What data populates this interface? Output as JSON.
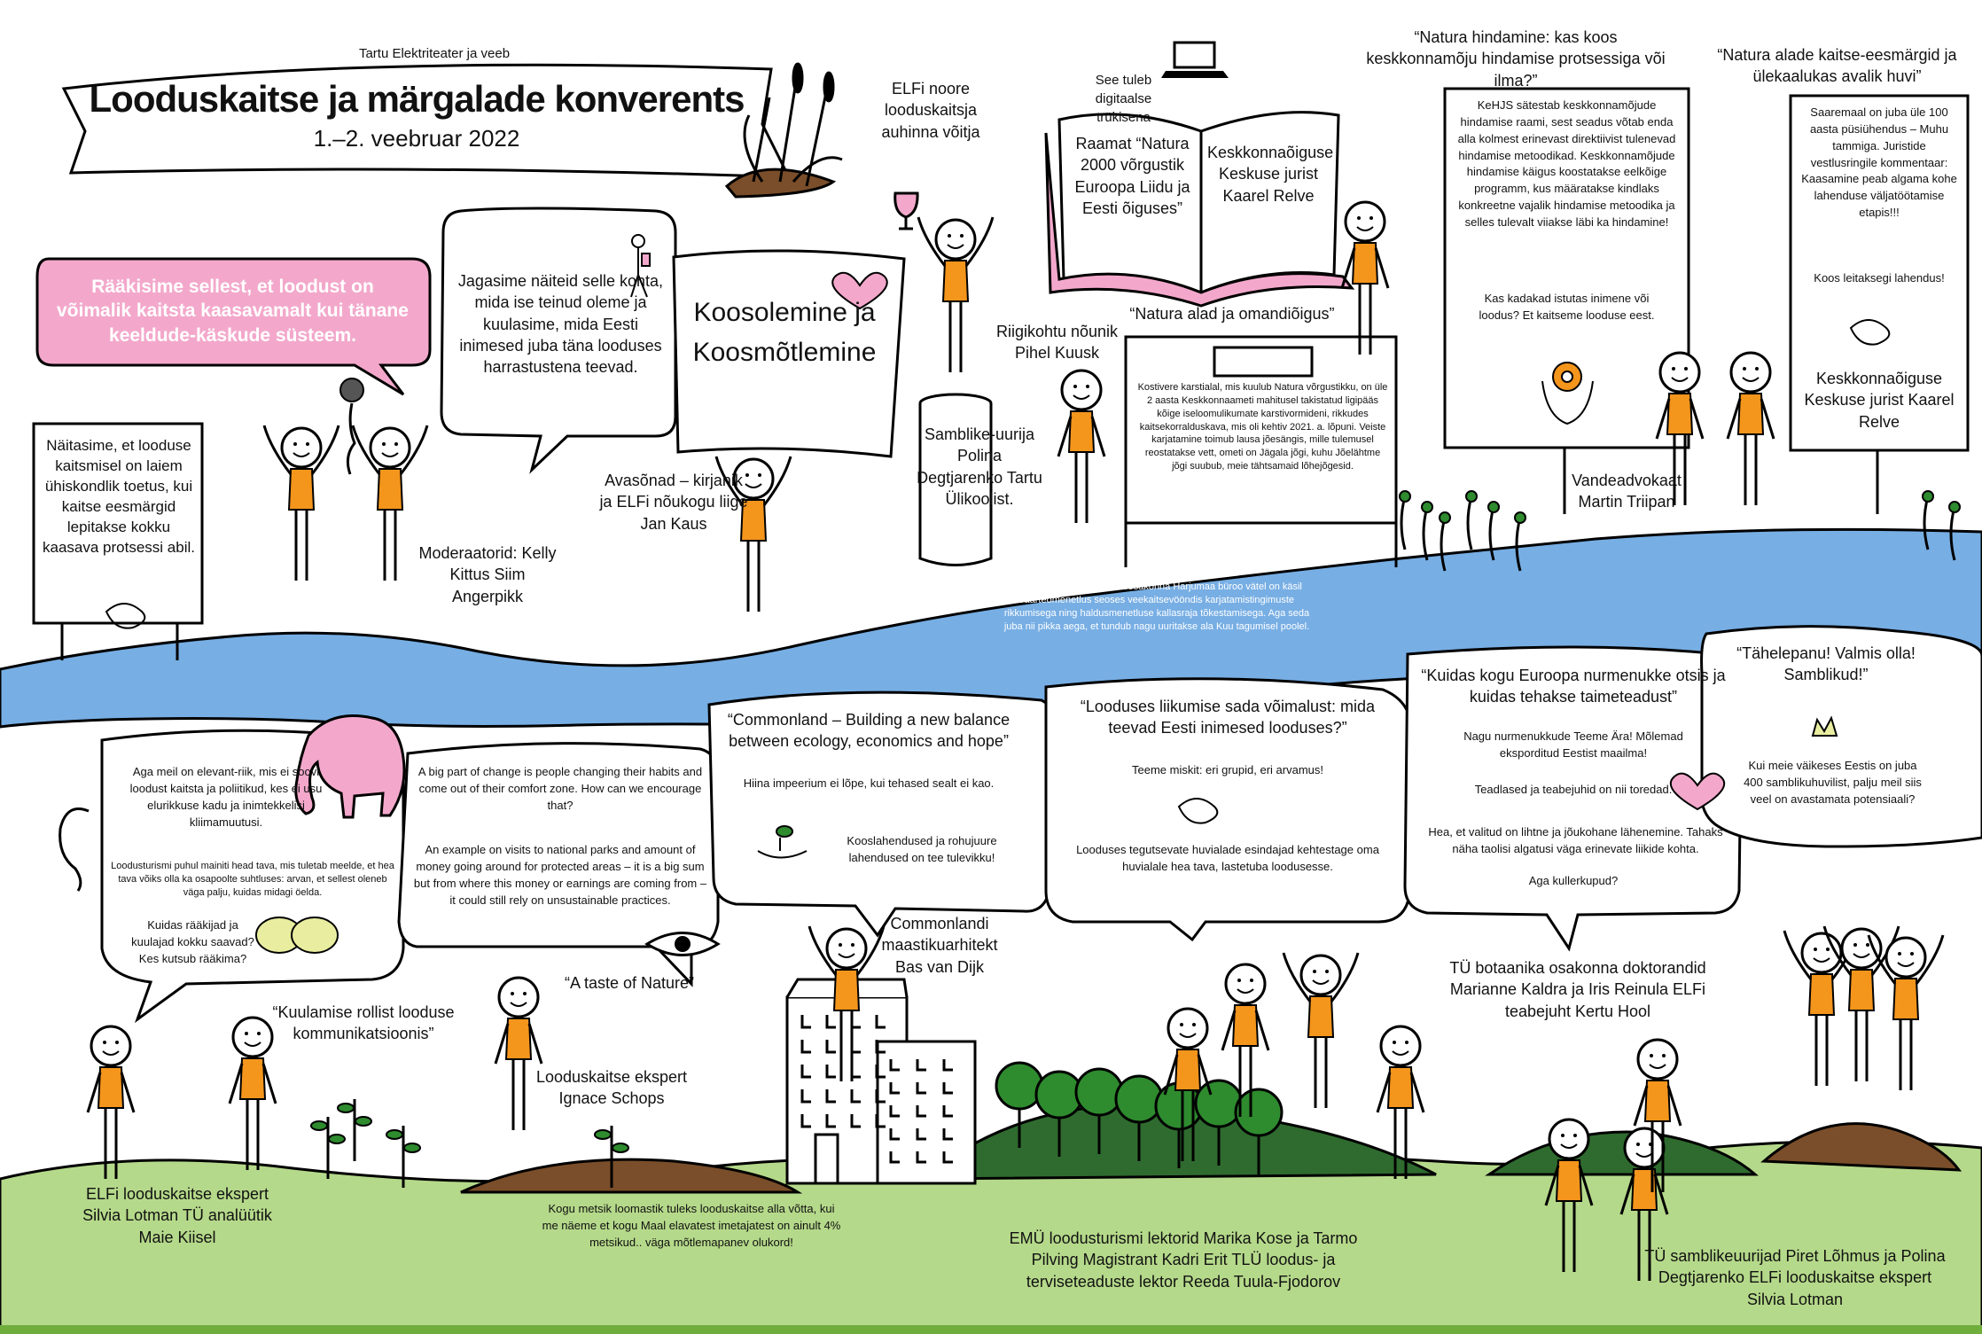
{
  "header": {
    "subtitle": "Tartu Elektriteater ja veeb",
    "title": "Looduskaitse ja märgalade konverents",
    "dates": "1.–2. veebruar 2022"
  },
  "colors": {
    "accent_orange": "#F4951C",
    "river_blue": "#77AEE4",
    "hill_green": "#B5D98A",
    "pink": "#F3A8CB",
    "dark_green": "#2E8B2E",
    "soil": "#7A4E2A"
  },
  "bubbles": {
    "pink_quote": "Rääkisime sellest, et loodust on võimalik kaitsta kaasavamalt kui tänane keeldude-käskude süsteem.",
    "shared_examples": "Jagasime näiteid selle kohta, mida ise teinud oleme ja kuulasime, mida Eesti inimesed juba täna looduses harrastustena teevad.",
    "banner_flag": "Koosolemine ja Koosmõtlemine",
    "board_left": "Näitasime, et looduse kaitsmisel on laiem ühiskondlik toetus, kui kaitse eesmärgid lepitakse kokku kaasava protsessi abil.",
    "natura_land_title": "“Natura alad ja omandiõigus”",
    "natura_land_body": "Kostivere karstialal, mis kuulub Natura võrgustikku, on üle 2 aasta Keskkonnaameti mahitusel takistatud ligipääs kõige iseloomulikumate karstivormideni, rikkudes kaitsekorral­duskava, mis oli kehtiv 2021. a. lõpuni. Veiste karjatamine toimub lausa jõesängis, mille tulemusel reostatakse vett, ometi on Jägala jõgi, kuhu Jõelähtme jõgi suubub, meie tähtsamaid lõhejõgesid.",
    "natura_assessment_title": "“Natura hindamine: kas koos keskkonnamõju hindamise protsessiga või ilma?”",
    "natura_assessment_body": "KeHJS sätestab keskkonnamõjude hindamise raami, sest seadus võtab enda alla kolmest erinevast direktiivist tulenevad hindamise metoodikad. Keskkonnamõjude hindamise käigus koostatakse eelkõige programm, kus määratakse kindlaks konkreetne vajalik hindamise metoodika ja selles tulevalt viiakse läbi ka hindamine!",
    "natura_assessment_q": "Kas kadakad istutas inimene või loodus? Et kaitseme looduse eest.",
    "natura_public_title": "“Natura alade kaitse-eesmärgid ja ülekaalukas avalik huvi”",
    "natura_public_body": "Saaremaal on juba üle 100 aasta püsiühendus – Muhu tammiga. Juristide vestlusringile kommentaar: Kaasamine peab algama kohe lahenduse väljatöötamise etapis!!!",
    "natura_public_tail": "Koos leitaksegi lahendus!",
    "river_text": "Keskkonnaameti järelevaleosakonna Harjumaa büroo vätel on käsil väärteomenetlus seoses veekaitsevööndis karjatamistingimuste rikkumisega ning haldusmenetluse kallasraja tõkestamisega. Aga seda juba nii pikka aega, et tundub nagu uuritakse ala Kuu tagumisel poolel.",
    "elephant_main": "Aga meil on elevant-riik, mis ei soovi loodust kaitsta ja poliitikud, kes ei usu elurikkuse kadu ja inimtekkelisi kliimamuutusi.",
    "elephant_small": "Loodusturismi puhul mainiti head tava, mis tuletab meelde, et hea tava võiks olla ka osapoolte suhtluses: arvan, et sellest oleneb väga palju, kuidas midagi öelda.",
    "elephant_q": "Kuidas rääkijad ja kuulajad kokku saavad? Kes kutsub rääkima?",
    "big_change_1": "A big part of change is people changing their habits and come out of their comfort zone. How can we encourage that?",
    "big_change_2": "An example on visits to national parks and amount of money going around for protected areas – it is a big sum but from where this money or earnings are coming from – it could still rely on unsustainable practices.",
    "commonland_title": "“Commonland – Building a new balance between ecology, economics and hope”",
    "commonland_1": "Hiina impeerium ei lõpe, kui tehased sealt ei kao.",
    "commonland_2": "Kooslahendused ja rohujuure lahendused on tee tulevikku!",
    "movement_title": "“Looduses liikumise sada võimalust: mida teevad Eesti inimesed looduses?”",
    "movement_1": "Teeme miskit: eri grupid, eri arvamus!",
    "movement_2": "Looduses tegutsevate huvialade esindajad kehtestage oma huvialale hea tava, lastetuba loodusesse.",
    "europe_title": "“Kuidas kogu Euroopa nurmenukke otsis ja kuidas tehakse taimeteadust”",
    "europe_1": "Nagu nurmenukkude Teeme Ära! Mõlemad eksporditud Eestist maailma!",
    "europe_2": "Teadlased ja teabejuhid on nii toredad.",
    "europe_3": "Hea, et valitud on lihtne ja jõukohane lähenemine. Tahaks näha taolisi algatusi väga erinevate liikide kohta.",
    "europe_4": "Aga kullerkupud?",
    "lichens_title": "“Tähelepanu! Valmis olla! Samblikud!”",
    "lichens_body": "Kui meie väikeses Eestis on juba 400 samblikuhuvilist, palju meil siis veel on avastamata potensiaali?"
  },
  "book": {
    "note": "See tuleb digitaalse trükisena",
    "left_page": "Raamat “Natura 2000 võrgustik Euroopa Liidu ja Eesti õiguses”",
    "right_page": "Keskkonnaõiguse Keskuse jurist Kaarel Relve"
  },
  "labels": {
    "winner": "ELFi noore looduskaitsja auhinna võitja",
    "lichen_researcher": "Samblike-uurija Polina Degtjarenko Tartu Ülikoolist.",
    "opening": "Avasõnad – kirjanik ja ELFi nõukogu liige Jan Kaus",
    "moderators": "Moderaatorid: Kelly Kittus Siim Angerpikk",
    "supreme_court": "Riigikohtu nõunik Pihel Kuusk",
    "advocate": "Vandeadvokaat Martin Triipan",
    "lawyer_right": "Keskkonnaõiguse Keskuse jurist Kaarel Relve",
    "listening_title": "“Kuulamise rollist looduse kommunikatsioonis”",
    "taste_of_nature": "“A taste of Nature”",
    "expert": "Looduskaitse ekspert Ignace Schops",
    "commonland_architect": "Commonlandi maastikuarhitekt Bas van Dijk",
    "botany_phd": "TÜ botaanika osakonna doktorandid Marianne Kaldra ja Iris Reinula ELFi teabejuht Kertu Hool",
    "bottom_left": "ELFi looduskaitse ekspert Silvia Lotman TÜ analüütik Maie Kiisel",
    "bottom_soil": "Kogu metsik loomastik tuleks looduskaitse alla võtta, kui me näeme et kogu Maal elavatest imetajatest on ainult 4% metsikud.. väga mõtlemapanev olukord!",
    "bottom_center": "EMÜ loodusturismi lektorid Marika Kose ja Tarmo Pilving Magistrant Kadri Erit TLÜ loodus- ja terviseteaduste lektor Reeda Tuula-Fjodorov",
    "bottom_right": "TÜ samblikeuurijad Piret Lõhmus ja Polina Degtjarenko ELFi looduskaitse ekspert Silvia Lotman"
  },
  "icons": [
    "handshake-icon",
    "heart-icon",
    "microphone-icon",
    "trophy-icon",
    "laptop-icon",
    "gear-hands-icon",
    "seedling-hand-icon",
    "eye-icon",
    "ear-icon",
    "elephant-icon",
    "lichen-icon",
    "bridge-icon",
    "hiker-icon",
    "building-icon",
    "tree-icon"
  ]
}
